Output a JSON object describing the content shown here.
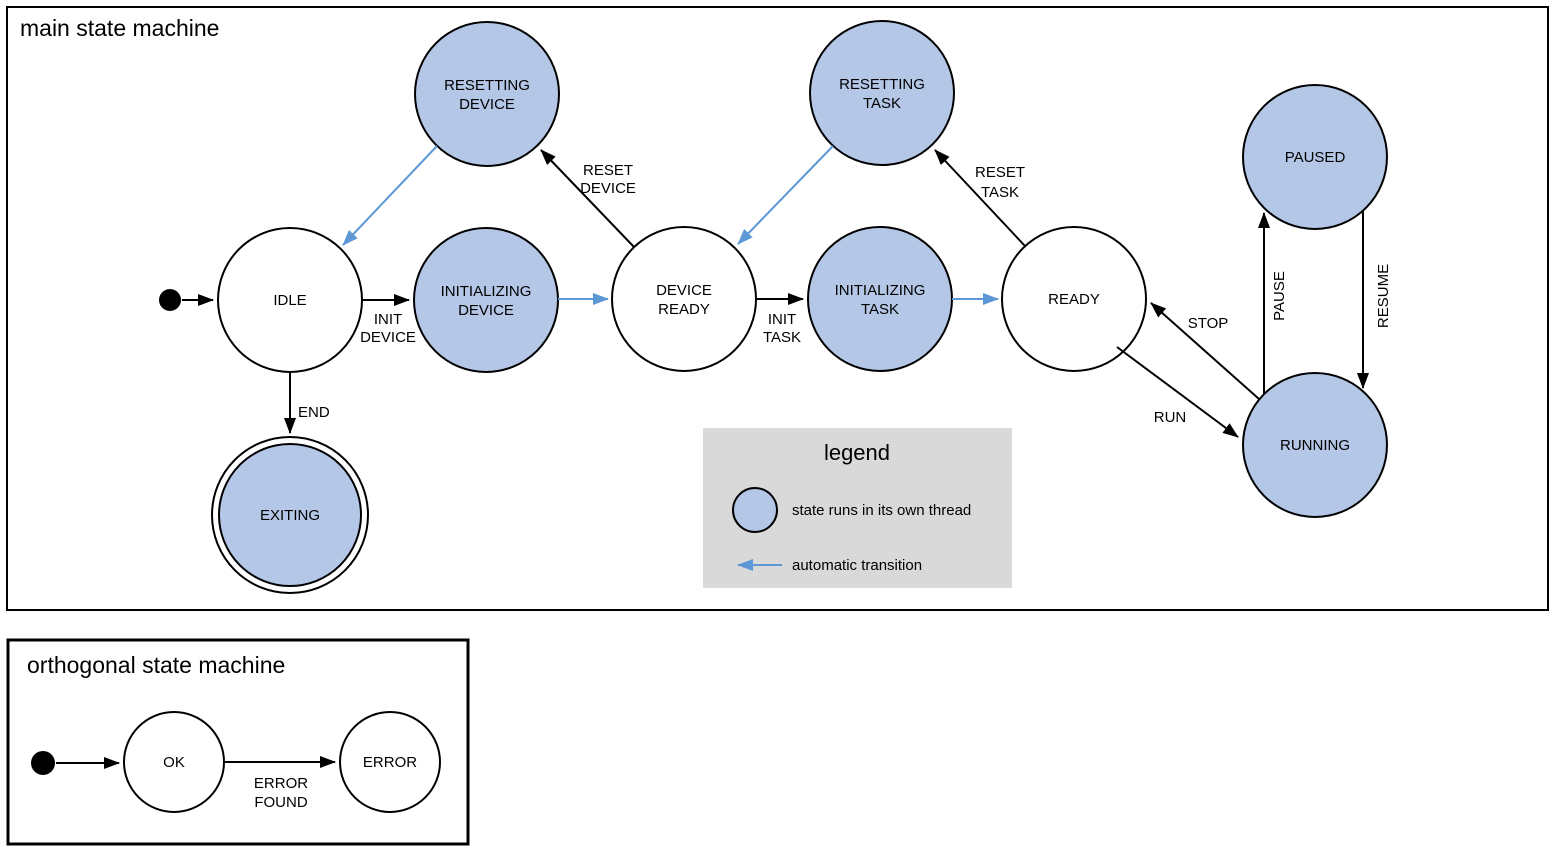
{
  "colors": {
    "threaded_state_fill": "#b4c7e7",
    "automatic_transition_blue": "#5c97d6",
    "legend_background": "#d9d9d9",
    "stroke": "#000000"
  },
  "main": {
    "title": "main state machine",
    "states": {
      "idle": {
        "label": "IDLE"
      },
      "resetting_device": {
        "line1": "RESETTING",
        "line2": "DEVICE"
      },
      "initializing_device": {
        "line1": "INITIALIZING",
        "line2": "DEVICE"
      },
      "device_ready": {
        "line1": "DEVICE",
        "line2": "READY"
      },
      "resetting_task": {
        "line1": "RESETTING",
        "line2": "TASK"
      },
      "initializing_task": {
        "line1": "INITIALIZING",
        "line2": "TASK"
      },
      "ready": {
        "label": "READY"
      },
      "paused": {
        "label": "PAUSED"
      },
      "running": {
        "label": "RUNNING"
      },
      "exiting": {
        "label": "EXITING"
      }
    },
    "transitions": {
      "init_device": {
        "line1": "INIT",
        "line2": "DEVICE"
      },
      "reset_device": {
        "line1": "RESET",
        "line2": "DEVICE"
      },
      "end": {
        "label": "END"
      },
      "init_task": {
        "line1": "INIT",
        "line2": "TASK"
      },
      "reset_task": {
        "line1": "RESET",
        "line2": "TASK"
      },
      "stop": {
        "label": "STOP"
      },
      "run": {
        "label": "RUN"
      },
      "pause": {
        "label": "PAUSE"
      },
      "resume": {
        "label": "RESUME"
      }
    }
  },
  "orthogonal": {
    "title": "orthogonal state machine",
    "states": {
      "ok": {
        "label": "OK"
      },
      "error": {
        "label": "ERROR"
      }
    },
    "transitions": {
      "error_found": {
        "line1": "ERROR",
        "line2": "FOUND"
      }
    }
  },
  "legend": {
    "title": "legend",
    "threaded_state_label": "state runs in its own thread",
    "automatic_transition_label": "automatic transition"
  }
}
